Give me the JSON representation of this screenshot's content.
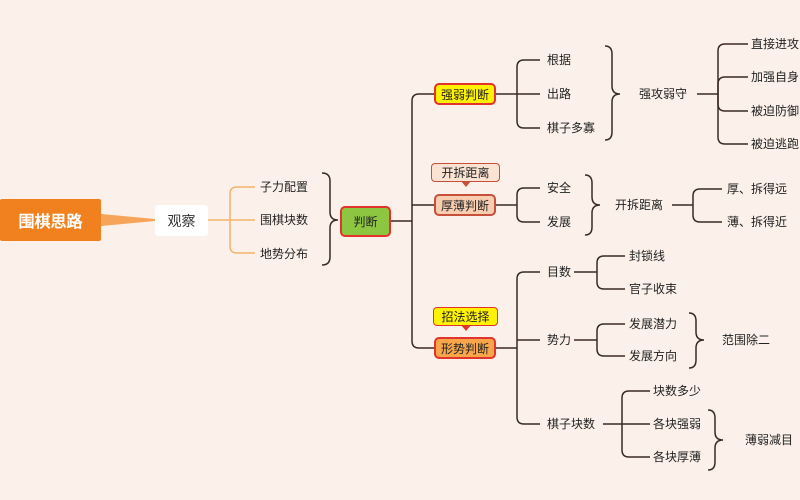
{
  "root": {
    "label": "围棋思路"
  },
  "observe": {
    "label": "观察",
    "items": [
      "子力配置",
      "围棋块数",
      "地势分布"
    ]
  },
  "judge": {
    "label": "判断"
  },
  "strong_weak": {
    "label": "强弱判断",
    "items": [
      "根据",
      "出路",
      "棋子多寡"
    ],
    "summary": "强攻弱守",
    "results": [
      "直接进攻",
      "加强自身",
      "被迫防御",
      "被迫逃跑"
    ]
  },
  "thickness": {
    "label": "厚薄判断",
    "callout": "开拆距离",
    "items": [
      "安全",
      "发展"
    ],
    "summary": "开拆距离",
    "results": [
      "厚、拆得远",
      "薄、拆得近"
    ]
  },
  "situation": {
    "label": "形势判断",
    "callout": "招法选择",
    "count": {
      "label": "目数",
      "items": [
        "封锁线",
        "官子收束"
      ]
    },
    "power": {
      "label": "势力",
      "items": [
        "发展潜力",
        "发展方向"
      ],
      "summary": "范围除二"
    },
    "blocks": {
      "label": "棋子块数",
      "items": [
        "块数多少",
        "各块强弱",
        "各块厚薄"
      ],
      "summary": "薄弱减目"
    }
  },
  "colors": {
    "background": "#fbf1ea",
    "root": "#f0811e",
    "connector": "#3b2a22",
    "observe_connector": "#f3b46b",
    "judge": "#8dc641",
    "strong": "#fff200",
    "thick": "#f8cdb0",
    "shape": "#f7a64a",
    "outline": "#e2342a"
  }
}
